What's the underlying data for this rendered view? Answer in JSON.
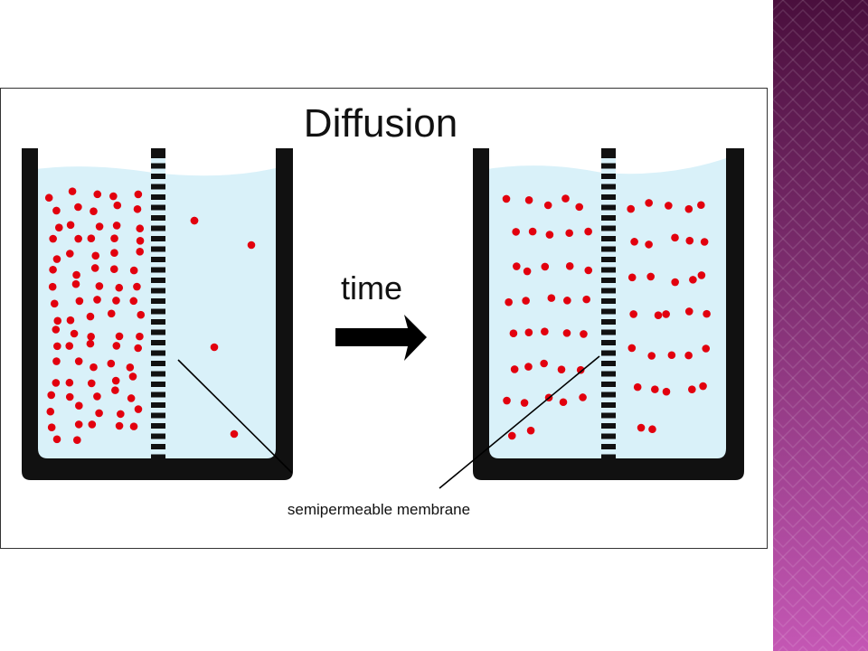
{
  "diagram": {
    "title": "Diffusion",
    "arrow_label": "time",
    "membrane_label": "semipermeable membrane"
  },
  "colors": {
    "water": "#d9f1f9",
    "particle": "#e2000e",
    "container": "#111111",
    "band_dark": "#4a0f3d",
    "band_light": "#c457b4"
  },
  "particles": {
    "before_left_count": 82,
    "before_right_count": 5,
    "after_left_count": 37,
    "after_right_count": 32
  }
}
